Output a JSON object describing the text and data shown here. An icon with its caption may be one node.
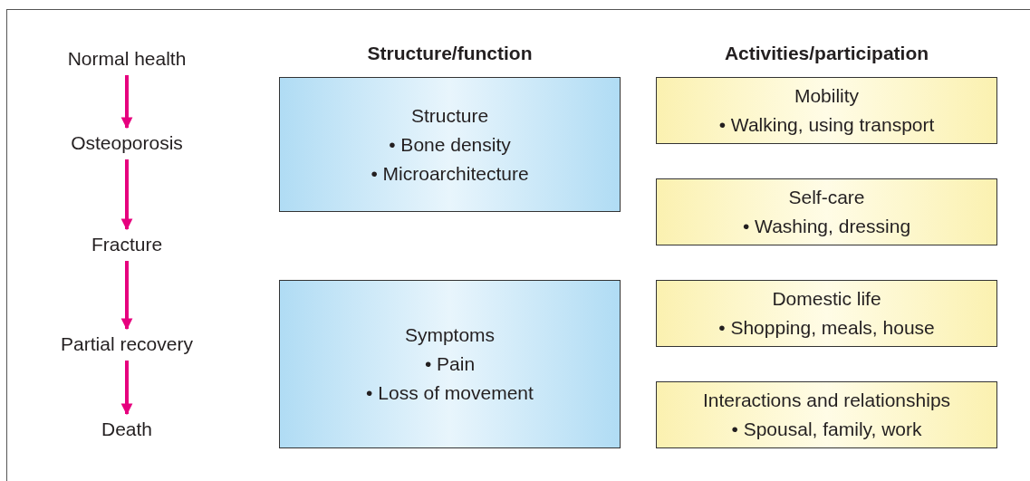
{
  "diagram": {
    "nodes": [
      {
        "text": [
          "Normal health"
        ]
      },
      {
        "text": [
          "Osteoporosis"
        ]
      },
      {
        "text": [
          "Fracture"
        ]
      },
      {
        "text": [
          "Partial recovery"
        ]
      },
      {
        "text": [
          "Death"
        ]
      },
      {
        "text": [
          "Structure",
          "• Bone density",
          "• Microarchitecture"
        ]
      },
      {
        "text": [
          "Symptoms",
          "• Pain",
          "• Loss of movement"
        ]
      },
      {
        "text": [
          "Mobility",
          "• Walking, using transport"
        ]
      },
      {
        "text": [
          "Self-care",
          "• Washing, dressing"
        ]
      },
      {
        "text": [
          "Domestic life",
          "• Shopping, meals, house"
        ]
      },
      {
        "text": [
          "Interactions and relationships",
          "• Spousal, family, work"
        ]
      }
    ],
    "edges": [
      {
        "from": 0,
        "to": 1,
        "arrow": "to"
      },
      {
        "from": 1,
        "to": 2,
        "arrow": "to"
      },
      {
        "from": 2,
        "to": 3,
        "arrow": "to"
      },
      {
        "from": 3,
        "to": 4,
        "arrow": "to"
      }
    ],
    "labels": [
      "Structure/function",
      "Activities/participation"
    ]
  }
}
